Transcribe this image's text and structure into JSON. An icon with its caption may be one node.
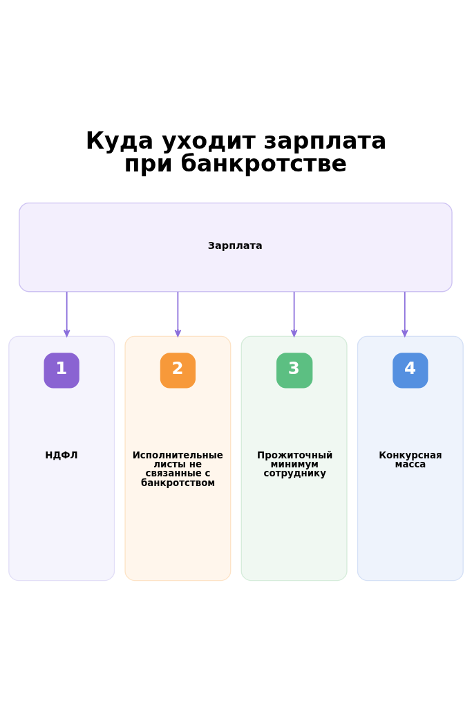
{
  "diagram": {
    "title": "Куда уходит зарплата при банкротстве",
    "nodes": [
      {
        "text": [
          "Зарплата"
        ]
      },
      {
        "text": [
          "1",
          "НДФЛ"
        ]
      },
      {
        "text": [
          "2",
          "Исполнительные листы не связанные с банкротством"
        ]
      },
      {
        "text": [
          "3",
          "Прожиточный минимум сотруднику"
        ]
      },
      {
        "text": [
          "4",
          "Конкурсная масса"
        ]
      }
    ],
    "edges": [
      {
        "from": 0,
        "to": 1,
        "arrow": "to"
      },
      {
        "from": 0,
        "to": 2,
        "arrow": "to"
      },
      {
        "from": 0,
        "to": 3,
        "arrow": "to"
      },
      {
        "from": 0,
        "to": 4,
        "arrow": "to"
      }
    ]
  }
}
